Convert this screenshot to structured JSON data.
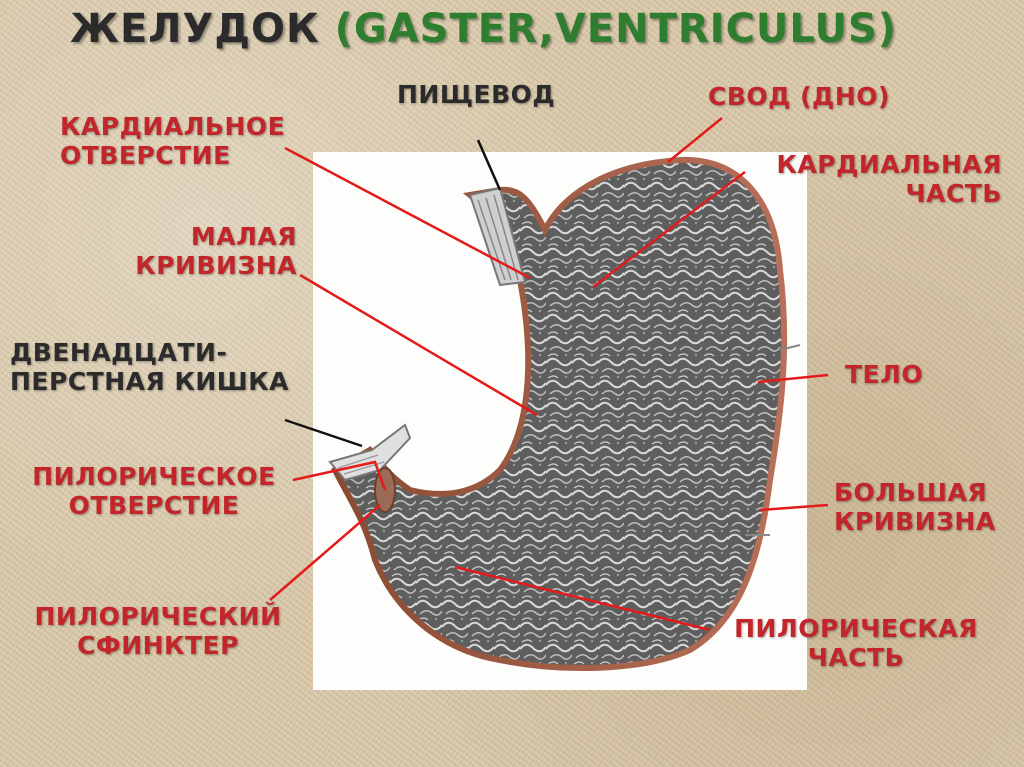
{
  "title": {
    "ru": "ЖЕЛУДОК ",
    "latin": "(GASTER,VENTRICULUS)"
  },
  "labels": {
    "pishchevod": "ПИЩЕВОД",
    "kardialnoe_otverstie": [
      "КАРДИАЛЬНОЕ",
      "ОТВЕРСТИЕ"
    ],
    "svod": "СВОД (ДНО)",
    "kardialnaya_chast": [
      "КАРДИАЛЬНАЯ",
      "ЧАСТЬ"
    ],
    "malaya_krivizna": [
      "МАЛАЯ",
      "КРИВИЗНА"
    ],
    "dvenadtsatiperstnaya": [
      "ДВЕНАДЦАТИ-",
      "ПЕРСТНАЯ КИШКА"
    ],
    "telo": "ТЕЛО",
    "piloricheskoe_otverstie": [
      "ПИЛОРИЧЕСКОЕ",
      "ОТВЕРСТИЕ"
    ],
    "bolshaya_krivizna": [
      "БОЛЬШАЯ",
      "КРИВИЗНА"
    ],
    "piloricheskiy_sfinkter": [
      "ПИЛОРИЧЕСКИЙ",
      "СФИНКТЕР"
    ],
    "piloricheskaya_chast": [
      "ПИЛОРИЧЕСКАЯ",
      "ЧАСТЬ"
    ]
  },
  "colors": {
    "label_red": "#c3262a",
    "label_dark": "#2b2b2b",
    "title_green": "#2f7d2f",
    "leader_red": "#e21b1b",
    "leader_black": "#111111"
  }
}
